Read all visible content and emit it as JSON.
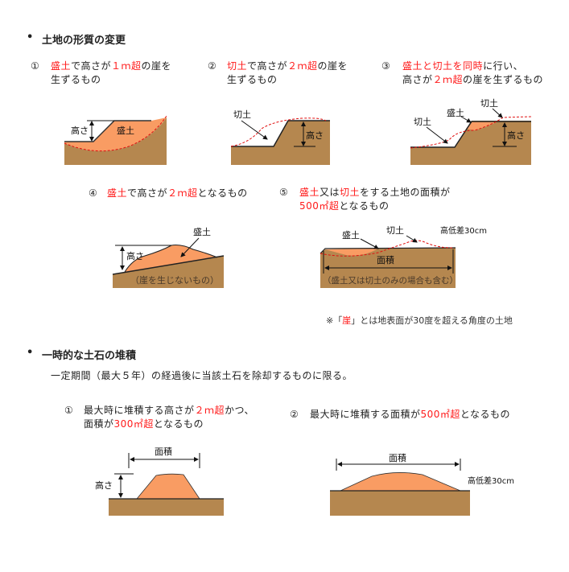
{
  "section1": {
    "bullet": "•",
    "title": "土地の形質の変更",
    "items": [
      {
        "num": "①",
        "lines": [
          [
            {
              "t": "盛土",
              "red": true
            },
            {
              "t": "で高さが"
            },
            {
              "t": "１ｍ超",
              "red": true
            },
            {
              "t": "の崖を"
            }
          ],
          [
            {
              "t": "生ずるもの"
            }
          ]
        ]
      },
      {
        "num": "②",
        "lines": [
          [
            {
              "t": "切土",
              "red": true
            },
            {
              "t": "で高さが"
            },
            {
              "t": "２ｍ超",
              "red": true
            },
            {
              "t": "の崖を"
            }
          ],
          [
            {
              "t": "生ずるもの"
            }
          ]
        ]
      },
      {
        "num": "③",
        "lines": [
          [
            {
              "t": "盛土",
              "red": true
            },
            {
              "t": "と",
              "red": true
            },
            {
              "t": "切土",
              "red": true
            },
            {
              "t": "を",
              "red": true
            },
            {
              "t": "同時",
              "red": true
            },
            {
              "t": "に行い、"
            }
          ],
          [
            {
              "t": "高さが"
            },
            {
              "t": "２ｍ超",
              "red": true
            },
            {
              "t": "の崖を生ずるもの"
            }
          ]
        ]
      },
      {
        "num": "④",
        "lines": [
          [
            {
              "t": "盛土",
              "red": true
            },
            {
              "t": "で高さが"
            },
            {
              "t": "２ｍ超",
              "red": true
            },
            {
              "t": "となるもの"
            }
          ]
        ]
      },
      {
        "num": "⑤",
        "lines": [
          [
            {
              "t": "盛土",
              "red": true
            },
            {
              "t": "又は"
            },
            {
              "t": "切土",
              "red": true
            },
            {
              "t": "をする土地の面積が"
            }
          ],
          [
            {
              "t": "500㎡超",
              "red": true
            },
            {
              "t": "となるもの"
            }
          ]
        ]
      }
    ],
    "diagrams": {
      "d1": {
        "height": "高さ",
        "fill": "盛土"
      },
      "d2": {
        "cut": "切土",
        "height": "高さ"
      },
      "d3": {
        "cut_low": "切土",
        "fill": "盛土",
        "cut_high": "切土",
        "height": "高さ"
      },
      "d4": {
        "height": "高さ",
        "fill": "盛土",
        "caption": "（崖を生じないもの）"
      },
      "d5": {
        "fill": "盛土",
        "cut": "切土",
        "diff": "高低差30cm",
        "area": "面積",
        "caption": "（盛土又は切土のみの場合も含む）"
      }
    },
    "note": {
      "prefix": "※「",
      "term": "崖",
      "suffix": "」とは地表面が30度を超える角度の土地"
    }
  },
  "section2": {
    "bullet": "•",
    "title": "一時的な土石の堆積",
    "subtitle": "一定期間（最大５年）の経過後に当該土石を除却するものに限る。",
    "items": [
      {
        "num": "①",
        "lines": [
          [
            {
              "t": "最大時に堆積する高さが"
            },
            {
              "t": "２ｍ超",
              "red": true
            },
            {
              "t": "かつ、"
            }
          ],
          [
            {
              "t": "面積が"
            },
            {
              "t": "300㎡超",
              "red": true
            },
            {
              "t": "となるもの"
            }
          ]
        ]
      },
      {
        "num": "②",
        "lines": [
          [
            {
              "t": "最大時に堆積する面積が"
            },
            {
              "t": "500㎡超",
              "red": true
            },
            {
              "t": "となるもの"
            }
          ]
        ]
      }
    ],
    "diagrams": {
      "b1": {
        "area": "面積",
        "height": "高さ"
      },
      "b2": {
        "area": "面積",
        "diff": "高低差30cm"
      }
    }
  },
  "colors": {
    "soil": "#b5874f",
    "fill": "#f99c63",
    "accent": "#ff1a1a"
  }
}
